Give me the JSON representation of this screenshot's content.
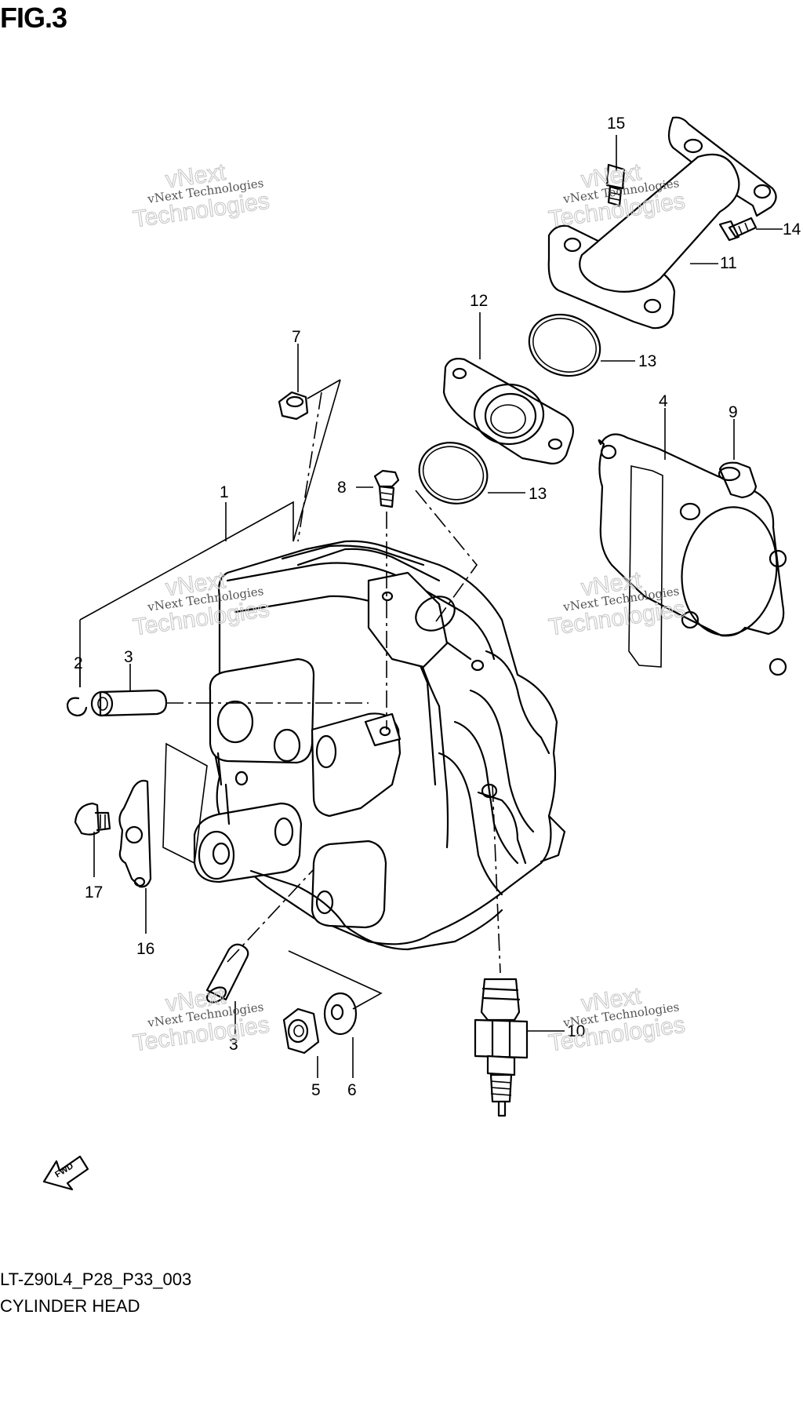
{
  "figure": {
    "title": "FIG.3",
    "code": "LT-Z90L4_P28_P33_003",
    "caption": "CYLINDER HEAD"
  },
  "watermark": {
    "line1": "vNext Technologies",
    "line2": "vNext",
    "line3": "Technologies"
  },
  "direction_badge": {
    "label": "FWD"
  },
  "callouts": {
    "c1": "1",
    "c2": "2",
    "c3a": "3",
    "c3b": "3",
    "c4": "4",
    "c5": "5",
    "c6": "6",
    "c7": "7",
    "c8": "8",
    "c9": "9",
    "c10": "10",
    "c11": "11",
    "c12": "12",
    "c13a": "13",
    "c13b": "13",
    "c14": "14",
    "c15": "15",
    "c16": "16",
    "c17": "17"
  }
}
